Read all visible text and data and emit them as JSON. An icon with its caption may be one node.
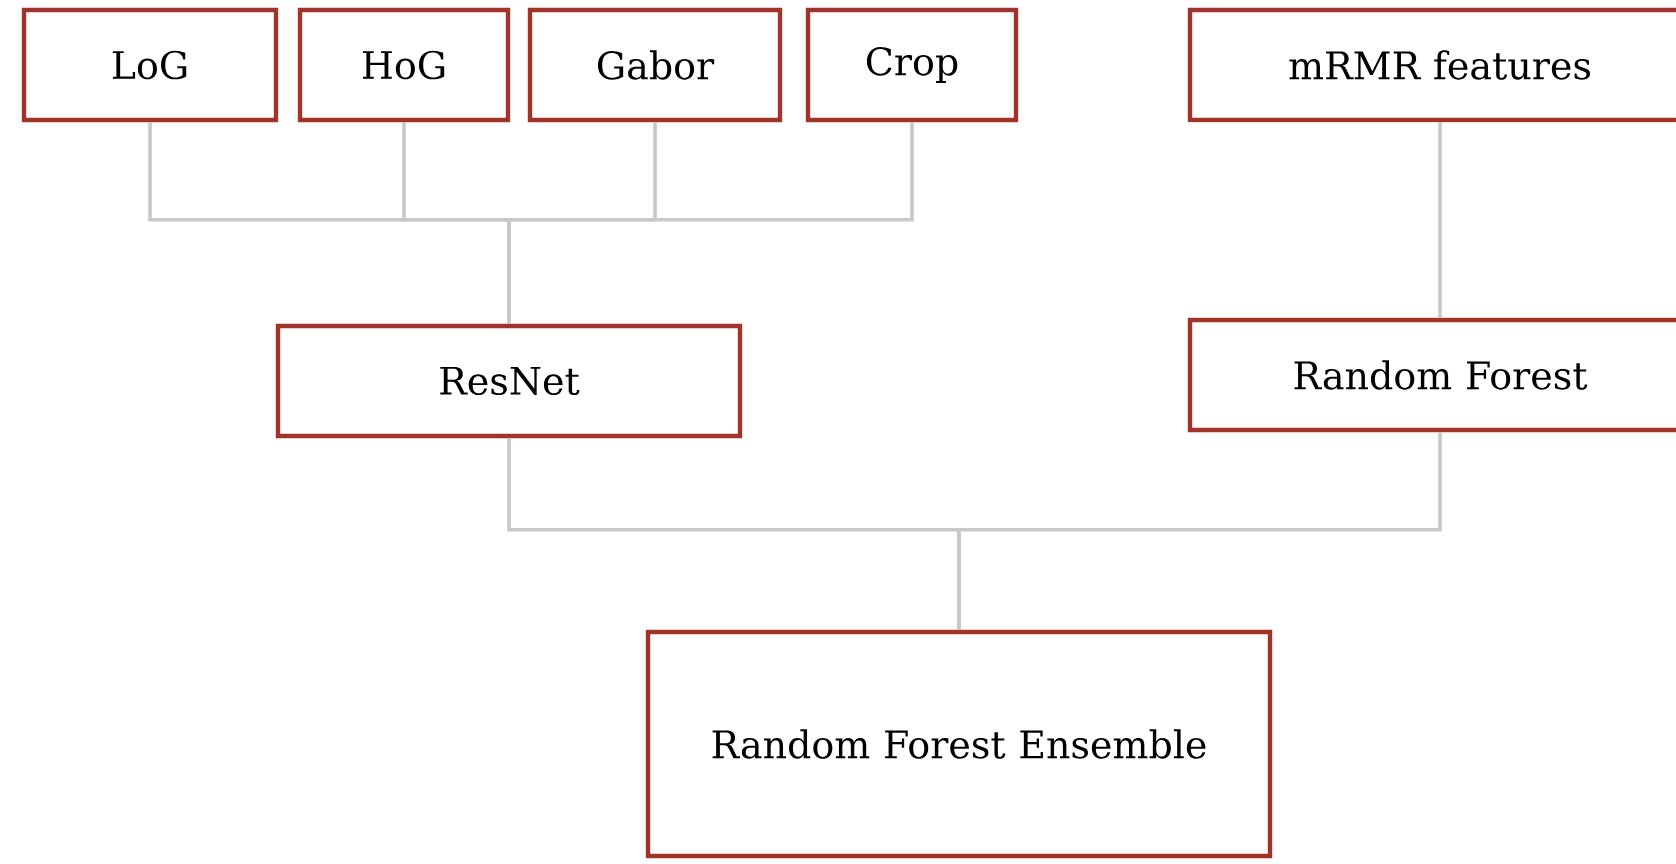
{
  "diagram": {
    "nodes": [
      {
        "text": [
          "LoG"
        ]
      },
      {
        "text": [
          "HoG"
        ]
      },
      {
        "text": [
          "Gabor"
        ]
      },
      {
        "text": [
          "Crop"
        ]
      },
      {
        "text": [
          "mRMR  features"
        ]
      },
      {
        "text": [
          "ResNet"
        ]
      },
      {
        "text": [
          "Random Forest"
        ]
      },
      {
        "text": [
          "Random Forest Ensemble"
        ]
      }
    ],
    "edges": [
      {
        "from": 0,
        "to": 5,
        "arrow": "none"
      },
      {
        "from": 1,
        "to": 5,
        "arrow": "none"
      },
      {
        "from": 2,
        "to": 5,
        "arrow": "none"
      },
      {
        "from": 3,
        "to": 5,
        "arrow": "none"
      },
      {
        "from": 4,
        "to": 6,
        "arrow": "none"
      },
      {
        "from": 5,
        "to": 7,
        "arrow": "none"
      },
      {
        "from": 6,
        "to": 7,
        "arrow": "none"
      }
    ]
  }
}
